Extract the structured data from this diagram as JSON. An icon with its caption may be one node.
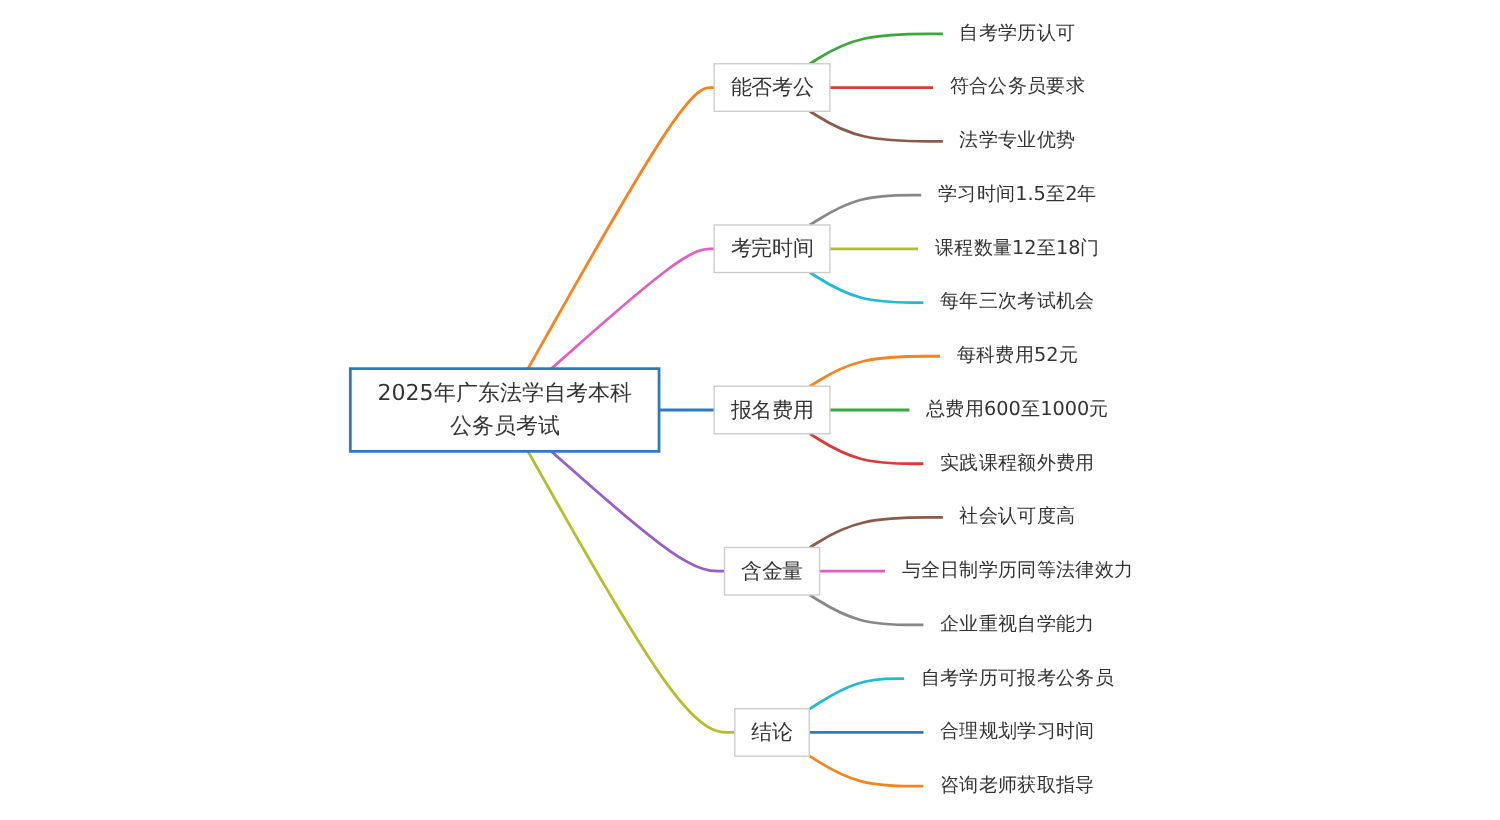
{
  "diagram": {
    "nodes": [
      {
        "text": [
          "2025年广东法学自考本科公务员考试"
        ]
      },
      {
        "text": [
          "能否考公"
        ]
      },
      {
        "text": [
          "自考学历认可"
        ]
      },
      {
        "text": [
          "符合公务员要求"
        ]
      },
      {
        "text": [
          "法学专业优势"
        ]
      },
      {
        "text": [
          "考完时间"
        ]
      },
      {
        "text": [
          "学习时间1.5至2年"
        ]
      },
      {
        "text": [
          "课程数量12至18门"
        ]
      },
      {
        "text": [
          "每年三次考试机会"
        ]
      },
      {
        "text": [
          "报名费用"
        ]
      },
      {
        "text": [
          "每科费用52元"
        ]
      },
      {
        "text": [
          "总费用600至1000元"
        ]
      },
      {
        "text": [
          "实践课程额外费用"
        ]
      },
      {
        "text": [
          "含金量"
        ]
      },
      {
        "text": [
          "社会认可度高"
        ]
      },
      {
        "text": [
          "与全日制学历同等法律效力"
        ]
      },
      {
        "text": [
          "企业重视自学能力"
        ]
      },
      {
        "text": [
          "结论"
        ]
      },
      {
        "text": [
          "自考学历可报考公务员"
        ]
      },
      {
        "text": [
          "合理规划学习时间"
        ]
      },
      {
        "text": [
          "咨询老师获取指导"
        ]
      }
    ],
    "edges": [
      {
        "from": 0,
        "to": 1,
        "arrow": "none",
        "color": "#f7831f"
      },
      {
        "from": 1,
        "to": 2,
        "arrow": "none",
        "color": "#3aa83a"
      },
      {
        "from": 1,
        "to": 3,
        "arrow": "none",
        "color": "#d93a3a"
      },
      {
        "from": 1,
        "to": 4,
        "arrow": "none",
        "color": "#8b5a4a"
      },
      {
        "from": 0,
        "to": 5,
        "arrow": "none",
        "color": "#e35fc1"
      },
      {
        "from": 5,
        "to": 6,
        "arrow": "none",
        "color": "#888888"
      },
      {
        "from": 5,
        "to": 7,
        "arrow": "none",
        "color": "#b5bd2a"
      },
      {
        "from": 5,
        "to": 8,
        "arrow": "none",
        "color": "#1fbcd2"
      },
      {
        "from": 0,
        "to": 9,
        "arrow": "none",
        "color": "#2d7bbf"
      },
      {
        "from": 9,
        "to": 10,
        "arrow": "none",
        "color": "#f7831f"
      },
      {
        "from": 9,
        "to": 11,
        "arrow": "none",
        "color": "#3aa83a"
      },
      {
        "from": 9,
        "to": 12,
        "arrow": "none",
        "color": "#d93a3a"
      },
      {
        "from": 0,
        "to": 13,
        "arrow": "none",
        "color": "#9a5cc8"
      },
      {
        "from": 13,
        "to": 14,
        "arrow": "none",
        "color": "#8b5a4a"
      },
      {
        "from": 13,
        "to": 15,
        "arrow": "none",
        "color": "#e35fc1"
      },
      {
        "from": 13,
        "to": 16,
        "arrow": "none",
        "color": "#888888"
      },
      {
        "from": 0,
        "to": 17,
        "arrow": "none",
        "color": "#b5bd2a"
      },
      {
        "from": 17,
        "to": 18,
        "arrow": "none",
        "color": "#1fbcd2"
      },
      {
        "from": 17,
        "to": 19,
        "arrow": "none",
        "color": "#2d7bbf"
      },
      {
        "from": 17,
        "to": 20,
        "arrow": "none",
        "color": "#f7831f"
      }
    ]
  }
}
